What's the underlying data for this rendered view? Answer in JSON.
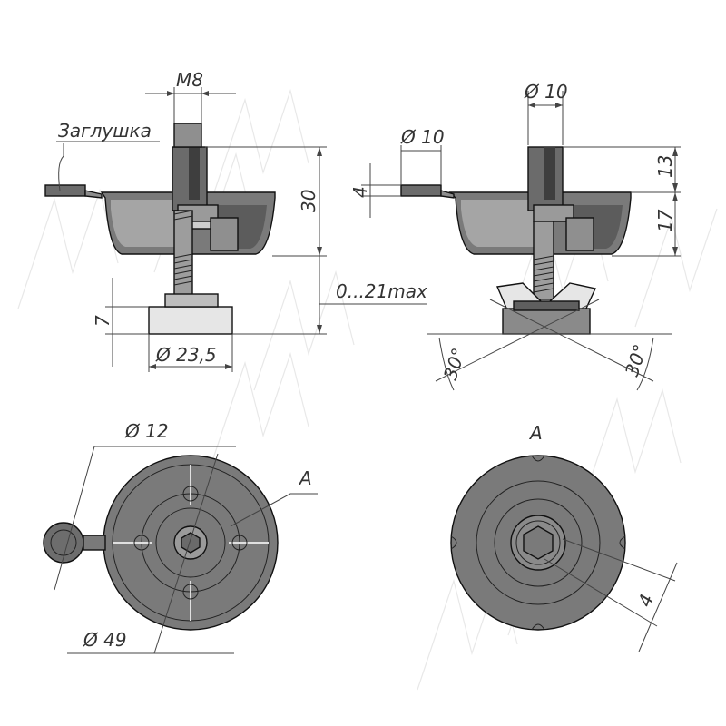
{
  "drawing": {
    "labels": {
      "zaglushka": "Заглушка",
      "thread": "M8",
      "height_30": "30",
      "travel": "0...21max",
      "foot_height": "7",
      "foot_diameter": "Ø 23,5",
      "top_diameter_left": "Ø 10",
      "top_diameter_right": "Ø 10",
      "height_13": "13",
      "height_17": "17",
      "cap_height": "4",
      "angle_left": "30°",
      "angle_right": "30°",
      "cap_diameter": "Ø 12",
      "body_diameter": "Ø 49",
      "view_marker_left": "A",
      "view_title": "A",
      "hex_size": "4"
    },
    "colors": {
      "body_dark": "#6f6f6f",
      "body_mid": "#8a8a8a",
      "body_light": "#a9a9a9",
      "line": "#111111",
      "dimension": "#444444"
    }
  }
}
